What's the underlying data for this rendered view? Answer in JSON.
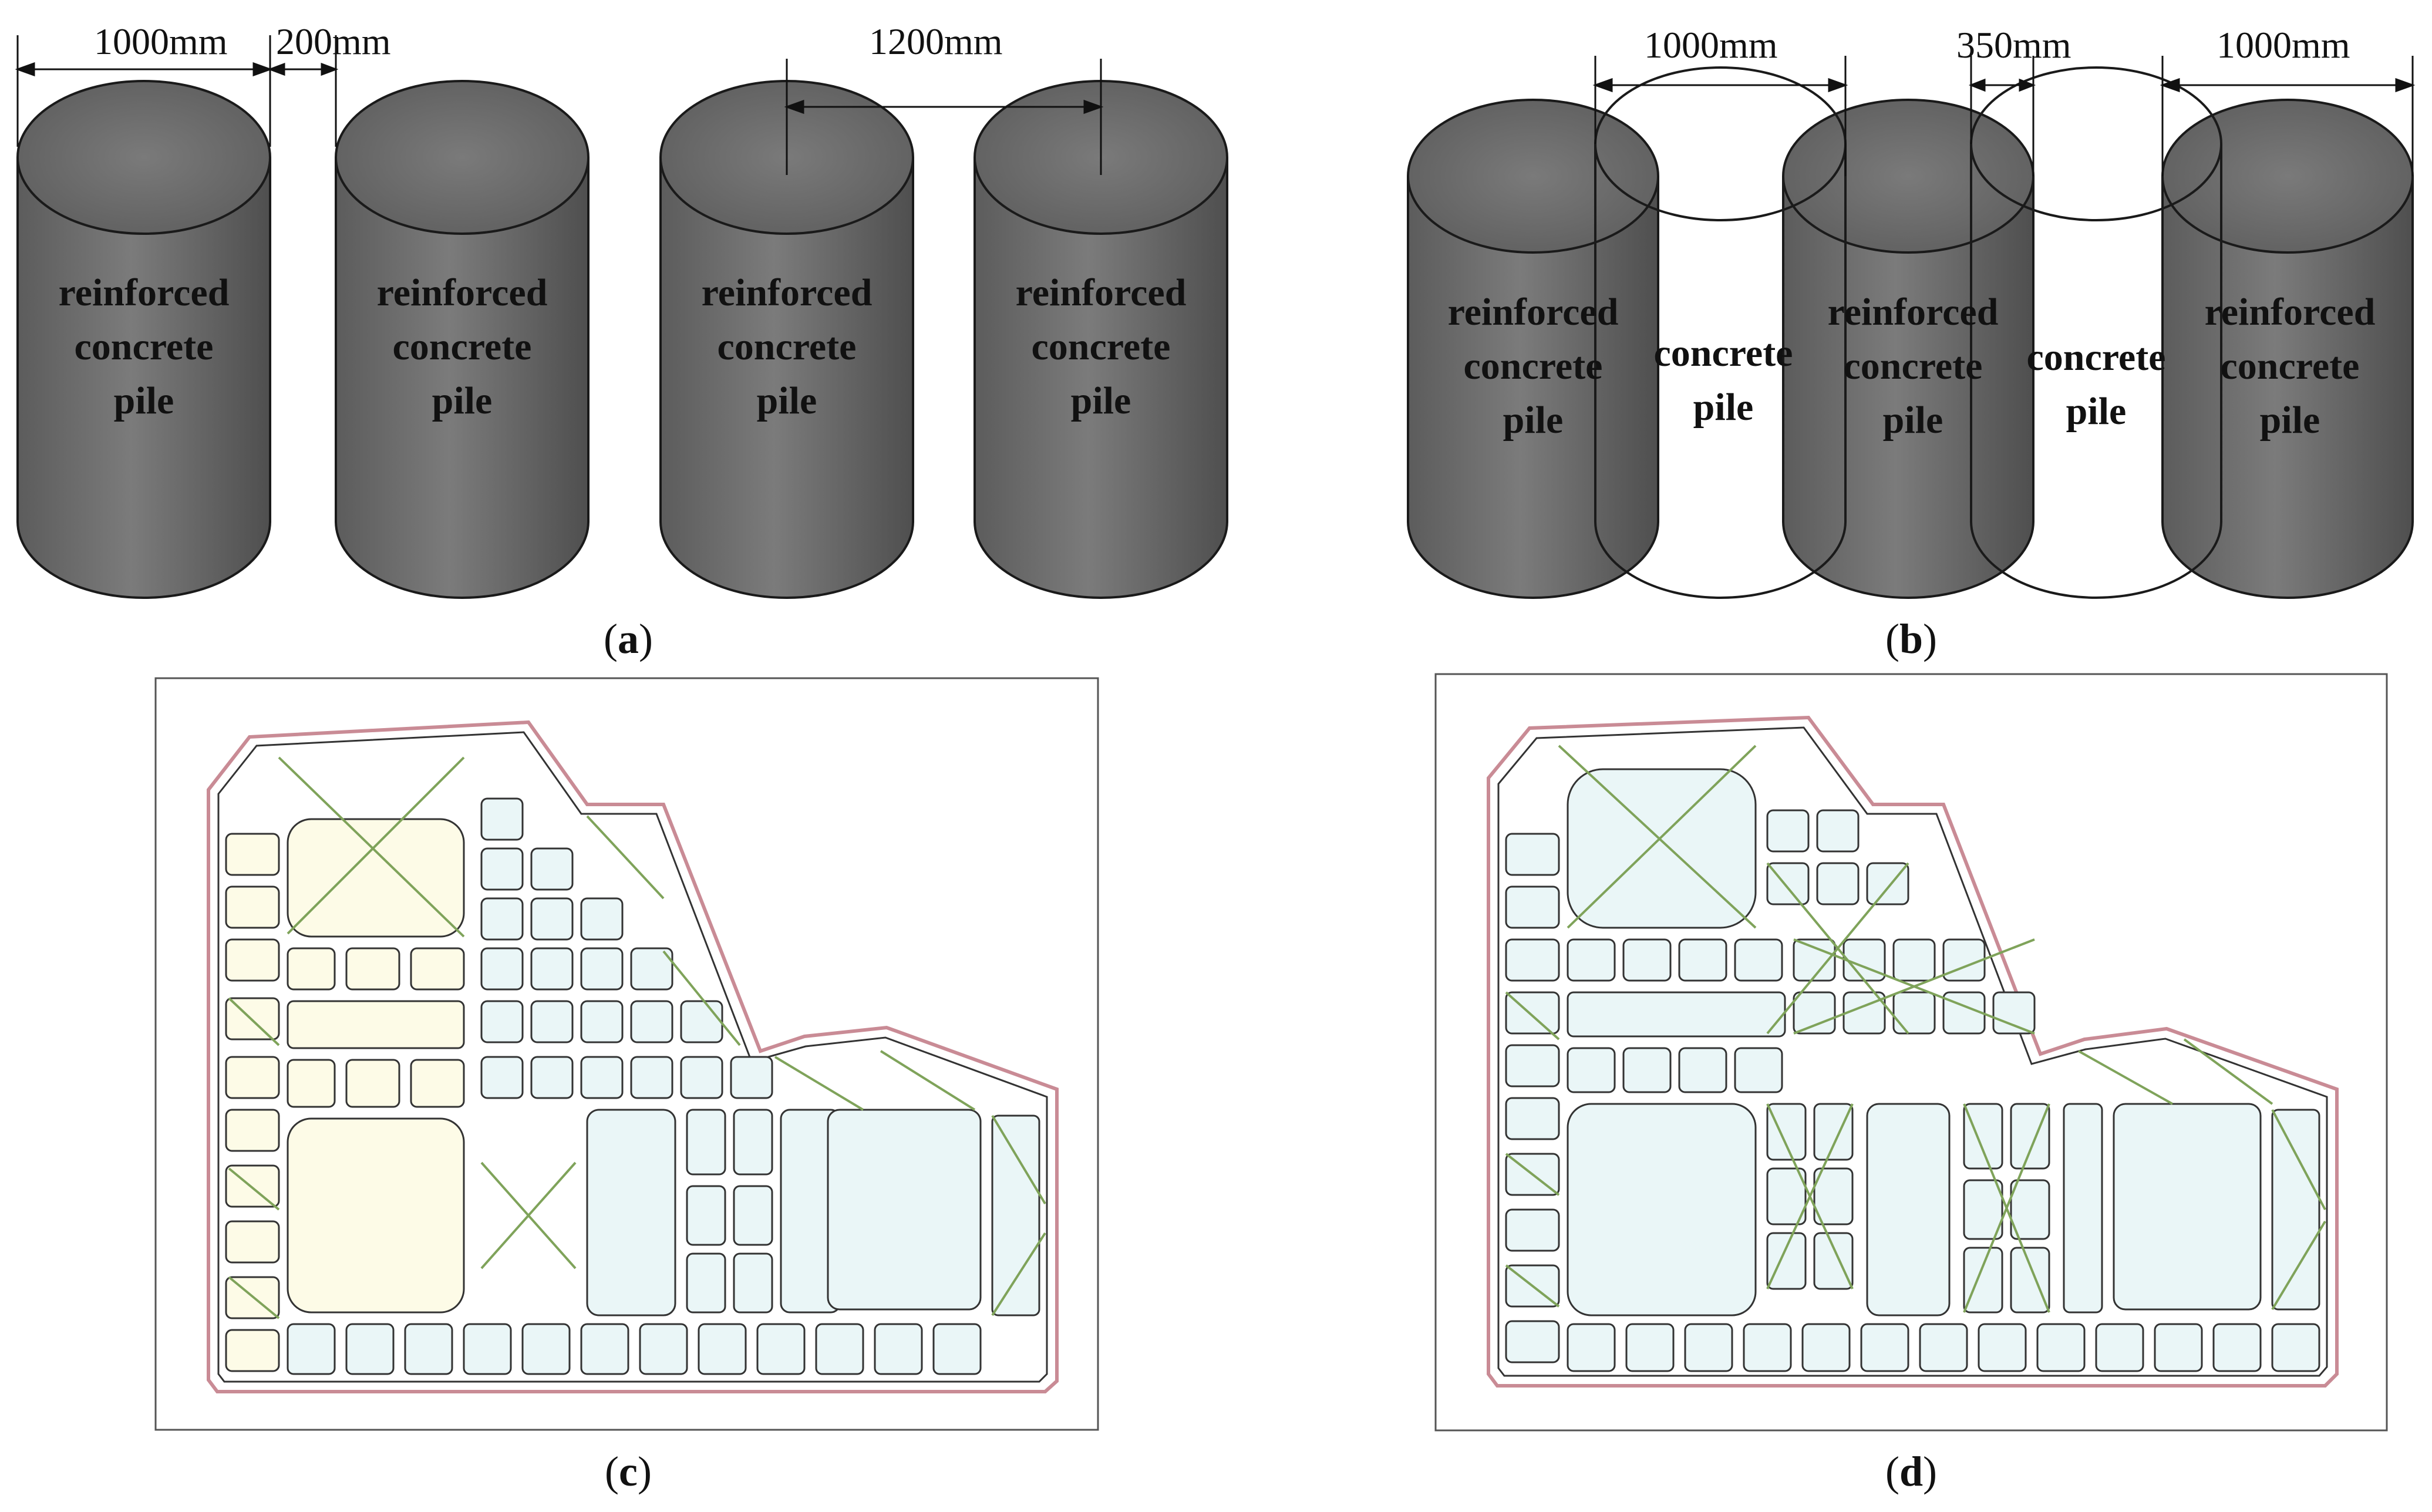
{
  "panel_a": {
    "dim_pile_diameter": "1000mm",
    "dim_gap": "200mm",
    "dim_center_spacing": "1200mm",
    "pile_label_line1": "reinforced",
    "pile_label_line2": "concrete",
    "pile_label_line3": "pile",
    "caption_letter": "a"
  },
  "panel_b": {
    "dim_left": "1000mm",
    "dim_overlap": "350mm",
    "dim_right": "1000mm",
    "reinforced_line1": "reinforced",
    "reinforced_line2": "concrete",
    "reinforced_line3": "pile",
    "plain_line1": "concrete",
    "plain_line2": "pile",
    "caption_letter": "b"
  },
  "panel_c": {
    "caption_letter": "c"
  },
  "panel_d": {
    "caption_letter": "d"
  },
  "colors": {
    "pile_fill": "#6e6e6e",
    "outline": "#1a1a1a",
    "strut_yellow": "#efeab0",
    "strut_cyan": "#bfe3e8",
    "strut_green": "#7fa35a",
    "boundary_pink": "#c98b95"
  }
}
